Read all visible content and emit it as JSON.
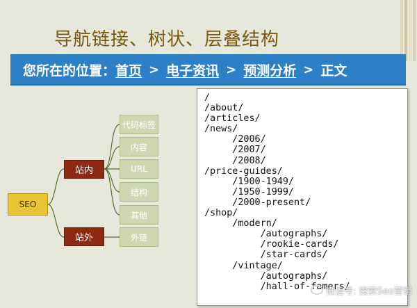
{
  "slide": {
    "title": "导航链接、树状、层叠结构"
  },
  "breadcrumb": {
    "prefix": "您所在的位置：",
    "items": [
      "首页",
      "电子资讯",
      "预测分析",
      "正文"
    ],
    "separator": ">"
  },
  "tree": {
    "root": "SEO",
    "branches": [
      "站内",
      "站外"
    ],
    "leaves_inner": [
      "代码标签",
      "内容",
      "URL",
      "结构",
      "其他"
    ],
    "leaves_outer": [
      "外链"
    ],
    "colors": {
      "root": "#e8c435",
      "branch": "#8e2a14",
      "leaf": "#d0d7b3",
      "line": "#5a6e2a"
    }
  },
  "code": {
    "lines": [
      "/",
      "/about/",
      "/articles/",
      "/news/",
      "     /2006/",
      "     /2007/",
      "     /2008/",
      "/price-guides/",
      "     /1900-1949/",
      "     /1950-1999/",
      "     /2000-present/",
      "/shop/",
      "     /modern/",
      "          /autographs/",
      "          /rookie-cards/",
      "          /star-cards/",
      "     /vintage/",
      "          /autographs/",
      "          /hall-of-famers/"
    ]
  },
  "watermark": {
    "text": "微信号: 搜索Seo营销"
  }
}
